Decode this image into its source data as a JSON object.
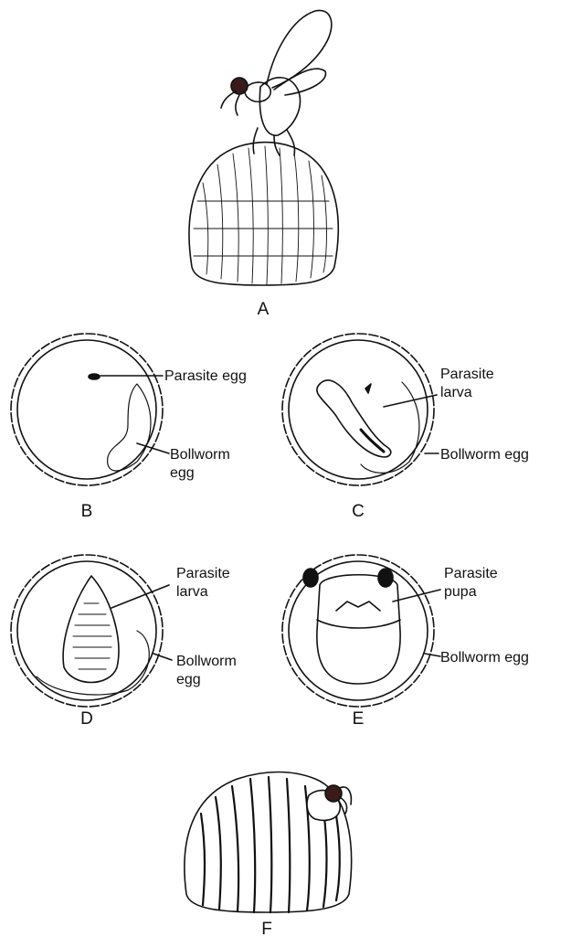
{
  "panels": {
    "A": {
      "letter": "A"
    },
    "B": {
      "letter": "B",
      "callout_1": "Parasite egg",
      "callout_2_line1": "Bollworm",
      "callout_2_line2": "egg"
    },
    "C": {
      "letter": "C",
      "callout_1_line1": "Parasite",
      "callout_1_line2": "larva",
      "callout_2": "Bollworm egg"
    },
    "D": {
      "letter": "D",
      "callout_1_line1": "Parasite",
      "callout_1_line2": "larva",
      "callout_2_line1": "Bollworm",
      "callout_2_line2": "egg"
    },
    "E": {
      "letter": "E",
      "callout_1_line1": "Parasite",
      "callout_1_line2": "pupa",
      "callout_2": "Bollworm egg"
    },
    "F": {
      "letter": "F"
    }
  },
  "colors": {
    "ink": "#111111",
    "paper": "#ffffff",
    "eye": "#3a1a1a"
  }
}
